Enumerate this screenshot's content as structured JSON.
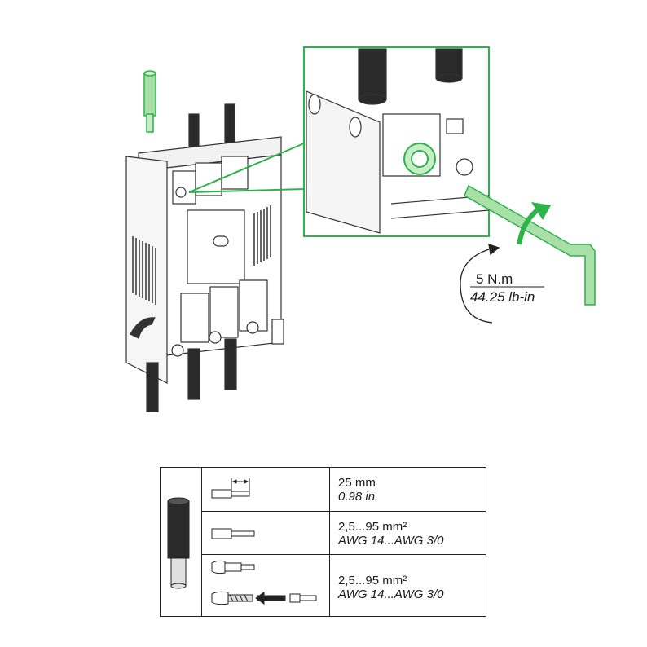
{
  "torque": {
    "metric": "5 N.m",
    "imperial": "44.25 lb-in"
  },
  "spec_table": {
    "rows": [
      {
        "metric": "25 mm",
        "imperial": "0.98 in."
      },
      {
        "metric": "2,5...95 mm²",
        "imperial": "AWG 14...AWG 3/0"
      },
      {
        "metric": "2,5...95 mm²",
        "imperial": "AWG 14...AWG 3/0"
      }
    ]
  },
  "colors": {
    "accent_green": "#2db34a",
    "tool_green": "#a8e0a8",
    "cable_black": "#2a2a2a"
  },
  "icons": [
    "hex-key-icon",
    "rotation-arrow-icon",
    "cable-stub-icon",
    "strip-length-icon",
    "bare-wire-icon",
    "ferrule-crimped-icon",
    "ferrule-insert-icon"
  ]
}
